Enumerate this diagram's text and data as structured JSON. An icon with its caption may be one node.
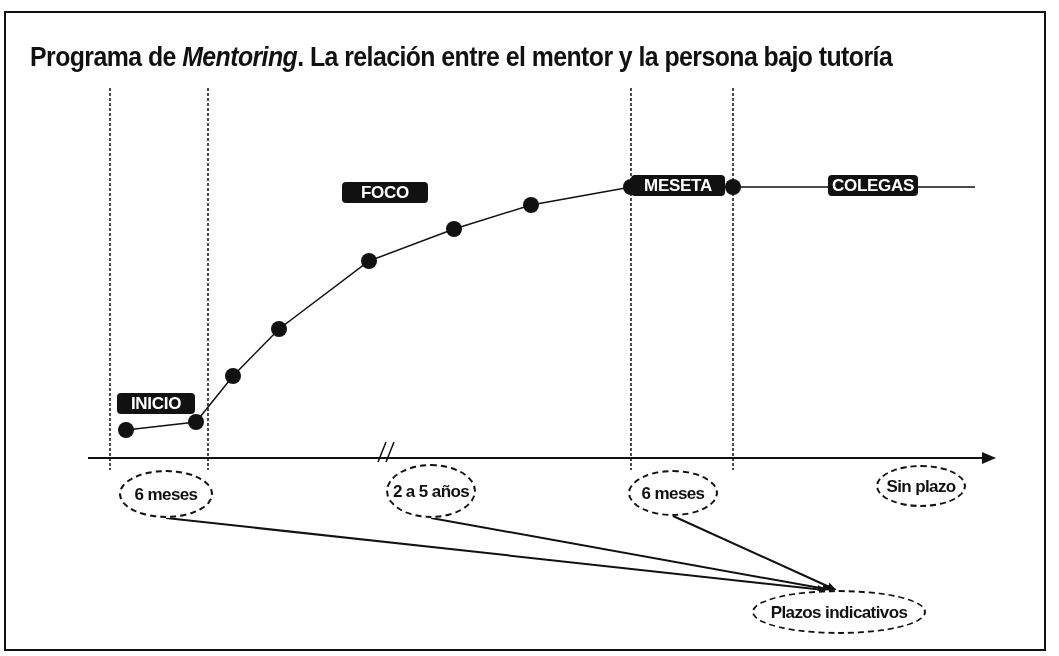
{
  "diagram": {
    "title": "Programa de *Mentoring*. La relación entre el mentor y la persona bajo tutoría",
    "nodes": [
      {
        "text": [
          "MESETA"
        ]
      },
      {
        "text": [
          "COLEGAS"
        ]
      },
      {
        "text": [
          "FOCO"
        ]
      },
      {
        "text": [
          "INICIO"
        ]
      },
      {
        "text": [
          "6 meses"
        ]
      },
      {
        "text": [
          "2 a 5 años"
        ]
      },
      {
        "text": [
          "6 meses"
        ]
      },
      {
        "text": [
          "Sin plazo"
        ]
      },
      {
        "text": [
          "Plazos indicativos"
        ]
      }
    ],
    "edges": [
      {
        "from": 4,
        "to": 8,
        "arrow": "to"
      },
      {
        "from": 5,
        "to": 8,
        "arrow": "to"
      },
      {
        "from": 6,
        "to": 8,
        "arrow": "to"
      }
    ]
  }
}
